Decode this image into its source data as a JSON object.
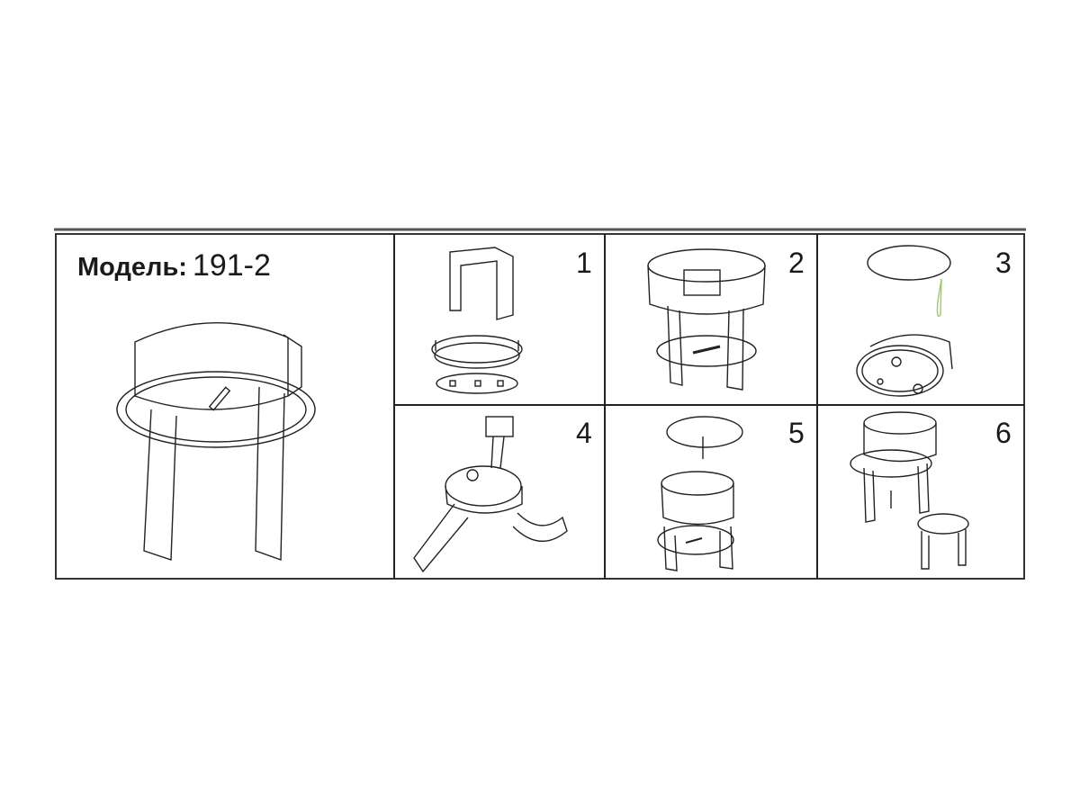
{
  "model": {
    "label": "Модель:",
    "value": "191-2"
  },
  "steps": [
    {
      "number": "1"
    },
    {
      "number": "2"
    },
    {
      "number": "3"
    },
    {
      "number": "4"
    },
    {
      "number": "5"
    },
    {
      "number": "6"
    }
  ],
  "colors": {
    "line": "#222222",
    "frame": "#333333",
    "accent_pin": "#9acd6a"
  }
}
